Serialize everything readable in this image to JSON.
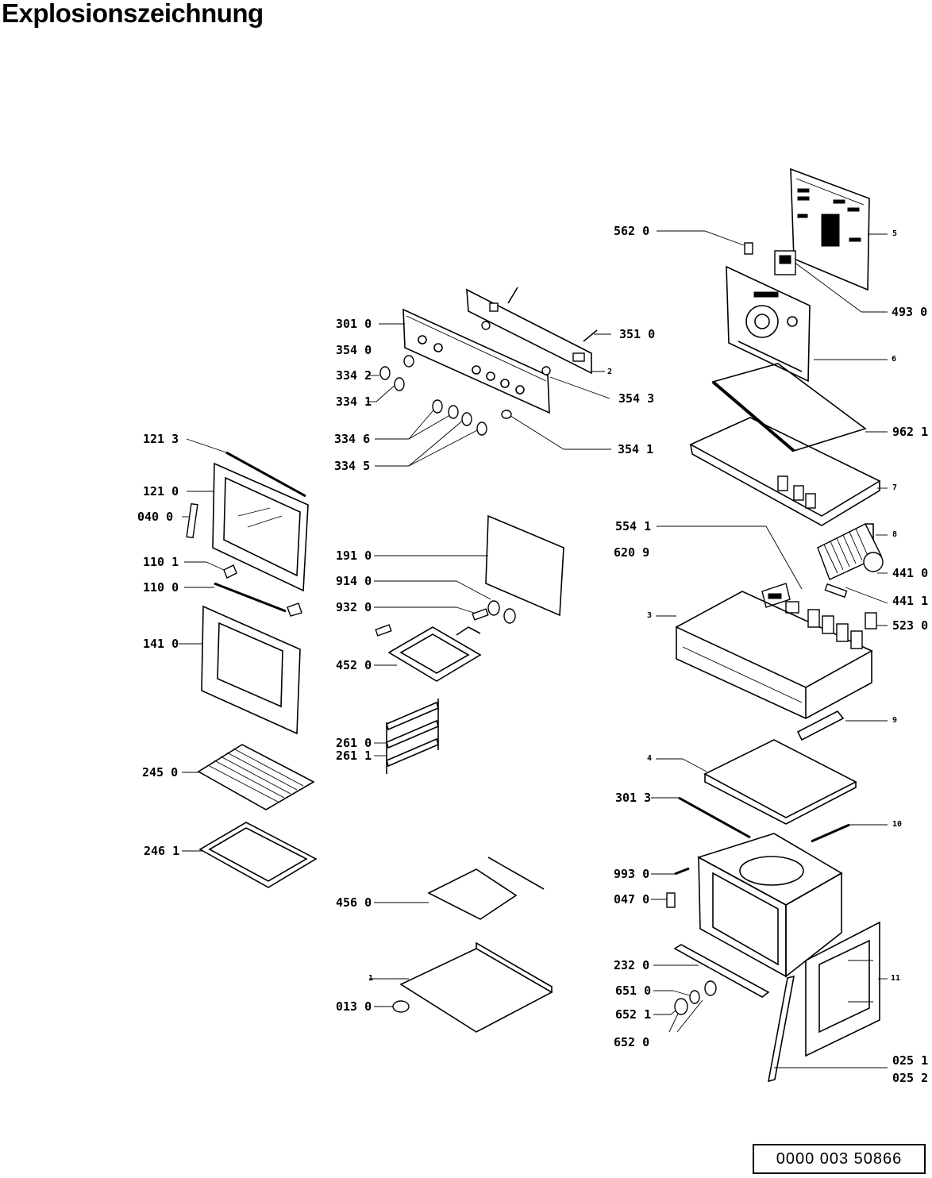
{
  "title": "Explosionszeichnung",
  "document_number": "0000 003 50866",
  "labels": {
    "l5620": "562 0",
    "l5": "5",
    "l4930": "493 0",
    "l3010": "301 0",
    "l3510": "351 0",
    "l3540": "354 0",
    "l3342": "334 2",
    "l2": "2",
    "l3543": "354 3",
    "l3341": "334 1",
    "l6": "6",
    "l1213": "121 3",
    "l3346": "334 6",
    "l9621": "962 1",
    "l3541": "354 1",
    "l3345": "334 5",
    "l1210": "121 0",
    "l7": "7",
    "l0400": "040 0",
    "l5541": "554 1",
    "l8": "8",
    "l6209": "620 9",
    "l1910": "191 0",
    "l4410": "441 0",
    "l1101": "110 1",
    "l9140": "914 0",
    "l4411": "441 1",
    "l1100": "110 0",
    "l9320": "932 0",
    "l3": "3",
    "l5230": "523 0",
    "l1410": "141 0",
    "l4520": "452 0",
    "l9": "9",
    "l2610": "261 0",
    "l2611": "261 1",
    "l4": "4",
    "l2450": "245 0",
    "l3013": "301 3",
    "l10": "10",
    "l2461": "246 1",
    "l9930": "993 0",
    "l0470": "047 0",
    "l4560": "456 0",
    "l2320": "232 0",
    "l1": "1",
    "l11": "11",
    "l6510": "651 0",
    "l0130": "013 0",
    "l6521": "652 1",
    "l6520": "652 0",
    "l0251": "025 1",
    "l0252": "025 2"
  }
}
